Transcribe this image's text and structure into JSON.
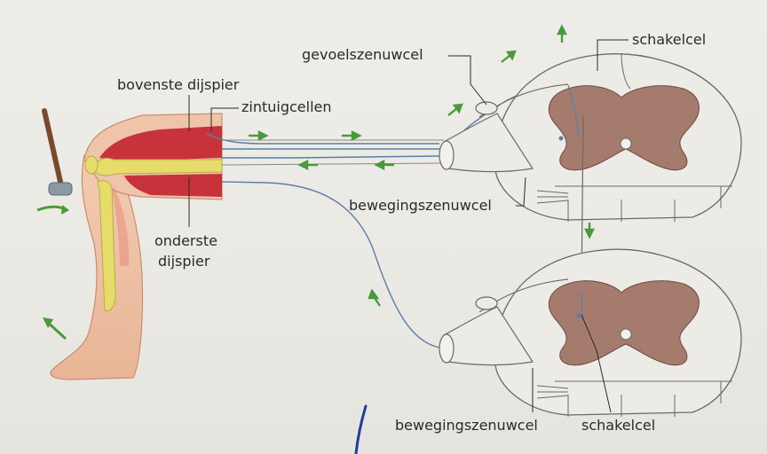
{
  "labels": {
    "gevoelszenuwcel": "gevoelszenuwcel",
    "schakelcel_top": "schakelcel",
    "bovenste_dijspier": "bovenste dijspier",
    "zintuigcellen": "zintuigcellen",
    "bewegingszenuwcel_mid": "bewegingszenuwcel",
    "onderste_dijspier_1": "onderste",
    "onderste_dijspier_2": "dijspier",
    "bewegingszenuwcel_bottom": "bewegingszenuwcel",
    "schakelcel_bottom": "schakelcel"
  },
  "colors": {
    "muscle": "#c8323a",
    "bone": "#e6dc6a",
    "skin": "#f0c4a8",
    "grey_matter": "#a57b6e",
    "white_matter": "#ecebe6",
    "nerve": "#5b7fa8",
    "arrow": "#4a9a3c",
    "hammer": "#7a4a2c",
    "pen_mark": "#1f3d9a"
  }
}
